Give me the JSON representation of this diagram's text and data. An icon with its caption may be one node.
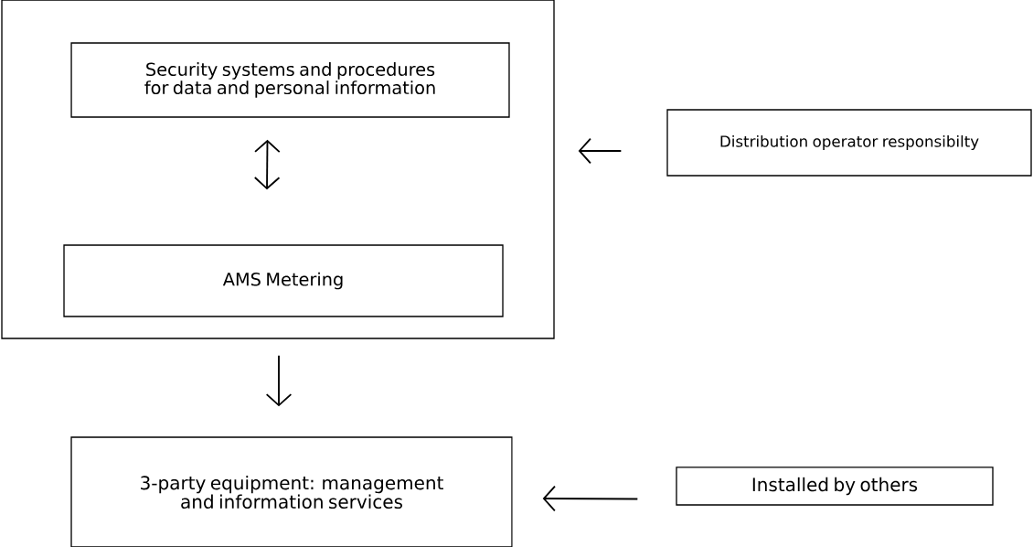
{
  "diagram": {
    "nodes": [
      {
        "text": [],
        "shape": "box"
      },
      {
        "text": [
          "Security systems and procedures for data and personal information"
        ],
        "in": 0
      },
      {
        "text": [
          "AMS Metering"
        ],
        "in": 0
      },
      {
        "text": [
          "Distribution operator responsibilty"
        ]
      },
      {
        "text": [
          "3-party equipment: management and information services"
        ]
      },
      {
        "text": [
          "Installed by others"
        ]
      }
    ],
    "edges": [
      {
        "from": 1,
        "to": 2,
        "arrow": "both"
      },
      {
        "from": 3,
        "to": 0,
        "arrow": "to"
      },
      {
        "from": 0,
        "to": 4,
        "arrow": "to"
      },
      {
        "from": 5,
        "to": 4,
        "arrow": "to"
      }
    ]
  }
}
